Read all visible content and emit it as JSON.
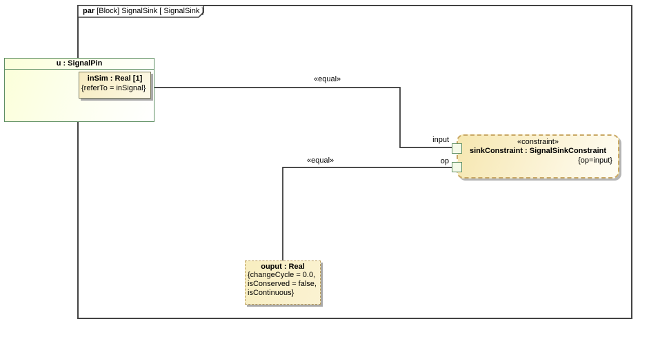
{
  "diagram": {
    "frame": {
      "keyword": "par",
      "title": " [Block] SignalSink [ SignalSink ]"
    },
    "signal_pin": {
      "title": "u : SignalPin"
    },
    "in_sim": {
      "title": "inSim : Real [1]",
      "tag": "{referTo = inSignal}"
    },
    "sink_constraint": {
      "stereotype": "«constraint»",
      "title": "sinkConstraint : SignalSinkConstraint",
      "parameter": "{op=input}"
    },
    "ports": {
      "input_label": "input",
      "op_label": "op"
    },
    "ouput": {
      "title": "ouput : Real",
      "lines": [
        "{changeCycle = 0.0,",
        "isConserved = false,",
        "isContinuous}"
      ]
    },
    "connectors": {
      "equal1_stereotype": "«equal»",
      "equal2_stereotype": "«equal»"
    },
    "colors": {
      "frame_border": "#424242",
      "block_border_green": "#5e8f63",
      "block_fill_yellow": "#fbffd9",
      "part_fill_tan": "#f7ecc2",
      "constraint_dash": "#c9a864",
      "constraint_fill": "#f6e7b0",
      "connector": "#333333"
    }
  }
}
